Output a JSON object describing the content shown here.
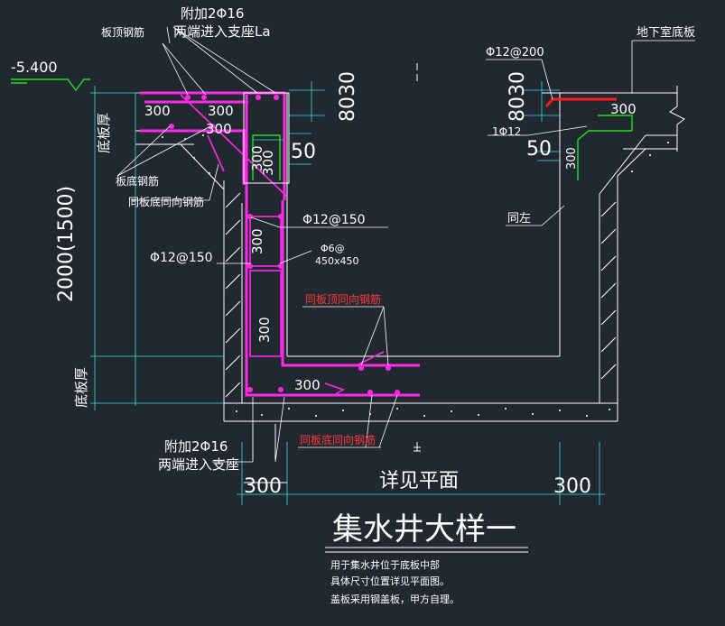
{
  "title": "集水井大样一",
  "notes": [
    "用于集水井位于底板中部",
    "具体尺寸位置详见平面图。",
    "盖板采用钢盖板，甲方自理。"
  ],
  "labels": {
    "elev": "-5.400",
    "top_add": "附加2Φ16",
    "top_add_anchor": "两端进入支座La",
    "slab_top_bar": "板顶钢筋",
    "slab_bottom_bar": "板底钢筋",
    "same_as_slab_bottom": "同板底同向钢筋",
    "phi12_150_a": "Φ12@150",
    "phi12_150_b": "Φ12@150",
    "phi6": "Φ6@",
    "phi6_spacing": "450x450",
    "same_as_slab_top": "同板顶同向钢筋",
    "bot_add": "附加2Φ16",
    "bot_add_anchor": "两端进入支座",
    "same_as_slab_bottom_2": "同板底同向钢筋",
    "see_plan": "详见平面",
    "phi12_200": "Φ12@200",
    "basement_slab": "地下室底板",
    "phi12_1": "1Φ12",
    "same_left": "同左",
    "slab_thick_top": "底板厚",
    "slab_thick_bottom": "底板厚",
    "depth": "2000(1500)"
  },
  "dims": {
    "d300_a": "300",
    "d300_b": "300",
    "d300_c": "300",
    "d300_d": "300",
    "d300_e": "300",
    "d300_f": "300",
    "d300_g": "300",
    "d300_h": "300",
    "d300_i": "300",
    "d300_j": "300",
    "d300_k": "300",
    "d50_a": "50",
    "d50_b": "50",
    "d8030_a": "8030",
    "d8030_b": "8030"
  },
  "colors": {
    "background": "#212830",
    "rebar": "#ff2ae6",
    "green": "#20e020",
    "red": "#ff1a1a",
    "cyan": "#38d8e8"
  }
}
